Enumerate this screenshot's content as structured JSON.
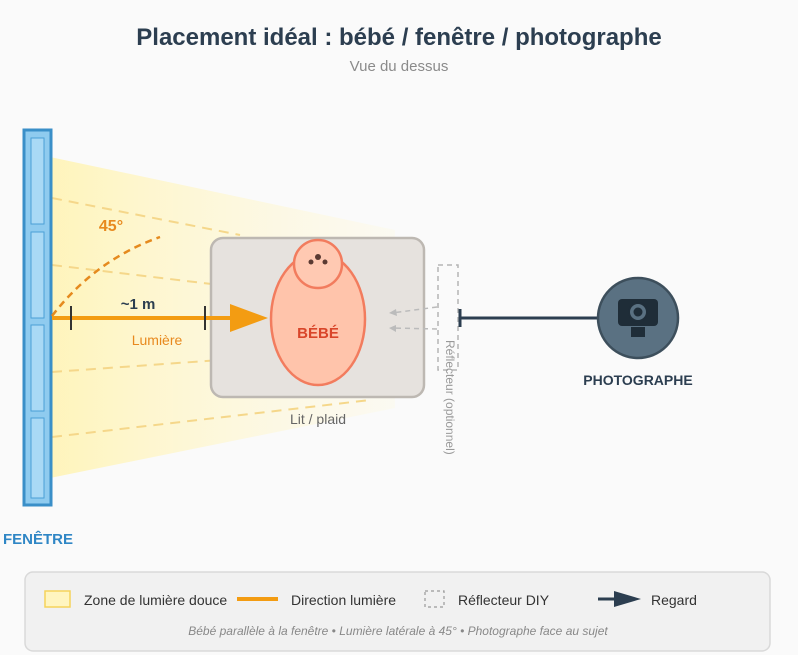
{
  "header": {
    "title": "Placement idéal : bébé / fenêtre / photographe",
    "subtitle": "Vue du dessus"
  },
  "scene": {
    "window_label": "FENÊTRE",
    "angle_label": "45°",
    "distance_label": "~1 m",
    "light_label": "Lumière",
    "baby_label": "BÉBÉ",
    "bed_label": "Lit / plaid",
    "reflector_label": "Réflecteur (optionnel)",
    "photographer_label": "PHOTOGRAPHE"
  },
  "legend": {
    "items": [
      {
        "label": "Zone de lumière douce"
      },
      {
        "label": "Direction lumière"
      },
      {
        "label": "Réflecteur DIY"
      },
      {
        "label": "Regard"
      }
    ],
    "note": "Bébé parallèle à la fenêtre • Lumière latérale à 45° • Photographe face au sujet"
  },
  "colors": {
    "window": "#3a8fc8",
    "light_zone": "#fff5c0",
    "light_arrow": "#f39c12",
    "baby_body": "#ffc4ab",
    "baby_outline": "#f27c5e",
    "baby_text": "#d9462a",
    "bed": "#e6e2de",
    "camera": "#5a7182",
    "gaze": "#2c3e50"
  }
}
